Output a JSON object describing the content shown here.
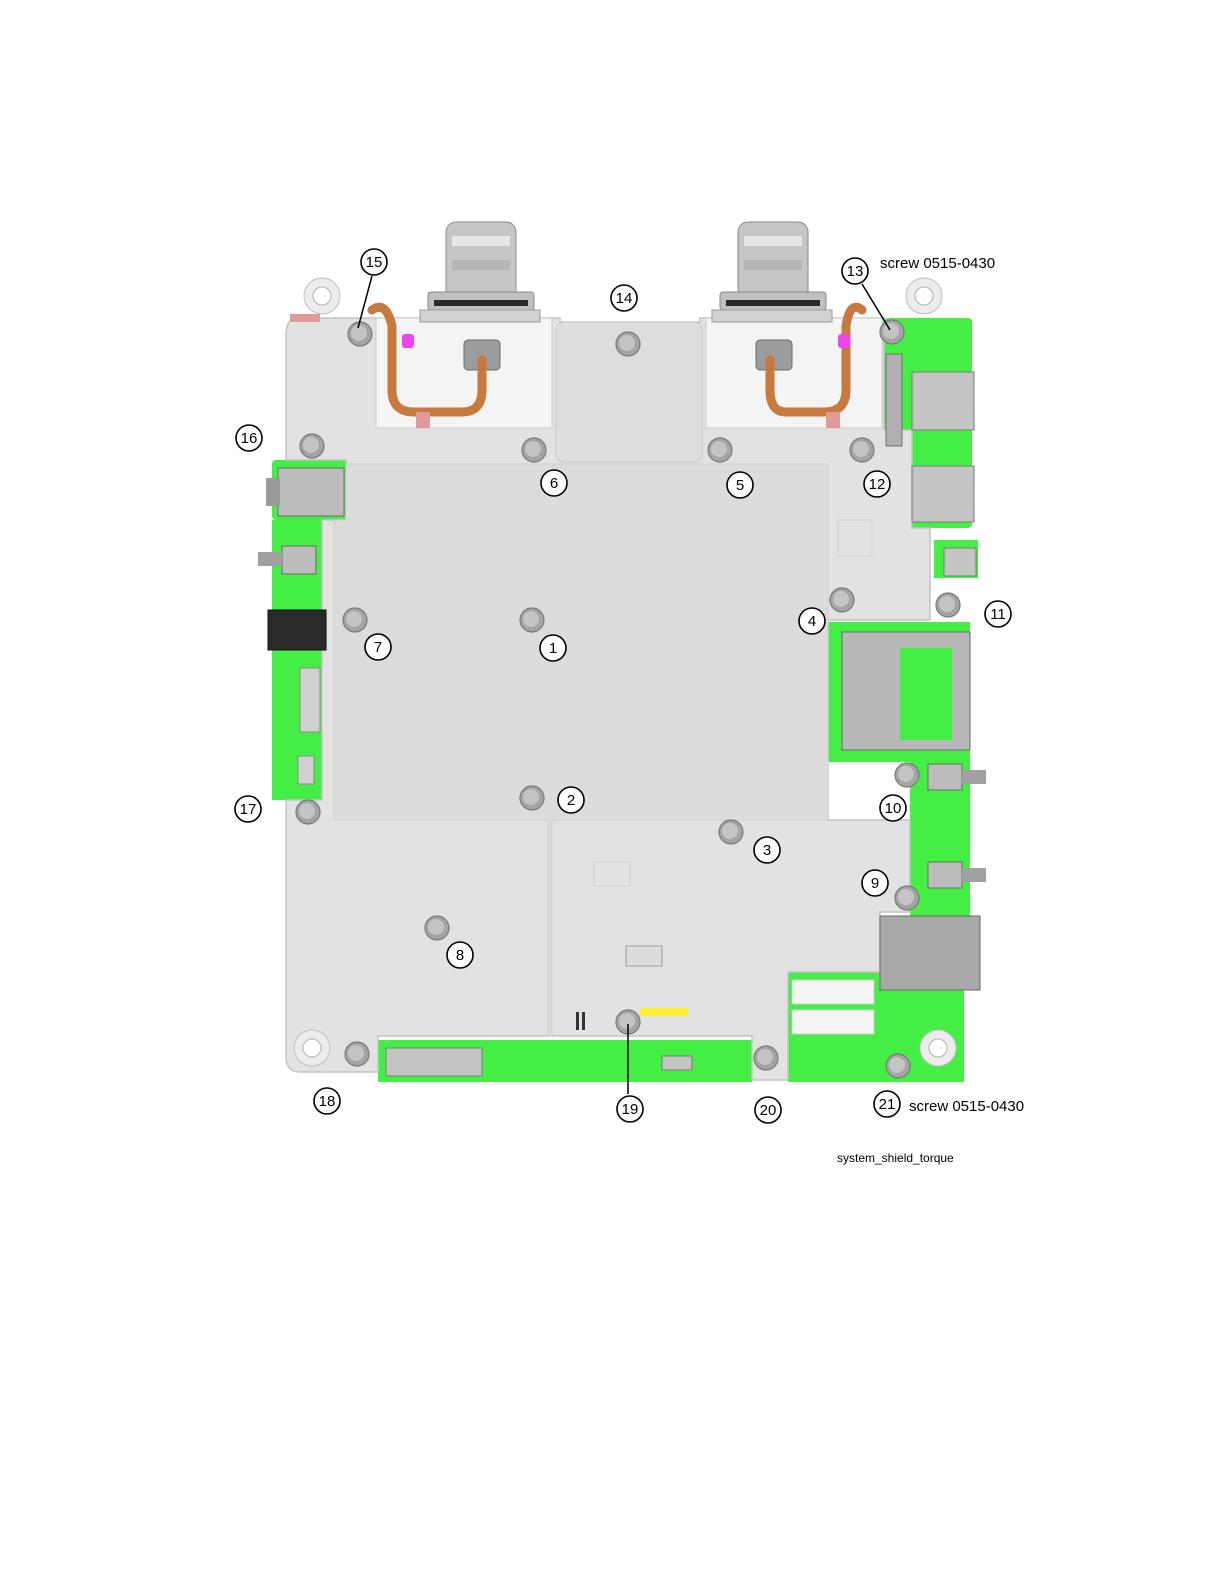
{
  "figure": {
    "caption": "system_shield_torque",
    "screw_notes": [
      "screw 0515-0430",
      "screw 0515-0430"
    ]
  },
  "callouts": [
    {
      "label": "1"
    },
    {
      "label": "2"
    },
    {
      "label": "3"
    },
    {
      "label": "4"
    },
    {
      "label": "5"
    },
    {
      "label": "6"
    },
    {
      "label": "7"
    },
    {
      "label": "8"
    },
    {
      "label": "9"
    },
    {
      "label": "10"
    },
    {
      "label": "11"
    },
    {
      "label": "12"
    },
    {
      "label": "13"
    },
    {
      "label": "14"
    },
    {
      "label": "15"
    },
    {
      "label": "16"
    },
    {
      "label": "17"
    },
    {
      "label": "18"
    },
    {
      "label": "19"
    },
    {
      "label": "20"
    },
    {
      "label": "21"
    }
  ],
  "colors": {
    "pcb": "#44ee44",
    "shield": "#e2e2e2",
    "shield_edge": "#c8c8c8",
    "copper": "#c87a3e",
    "screw": "#9a9a9a",
    "connector": "#a8a8a8"
  }
}
